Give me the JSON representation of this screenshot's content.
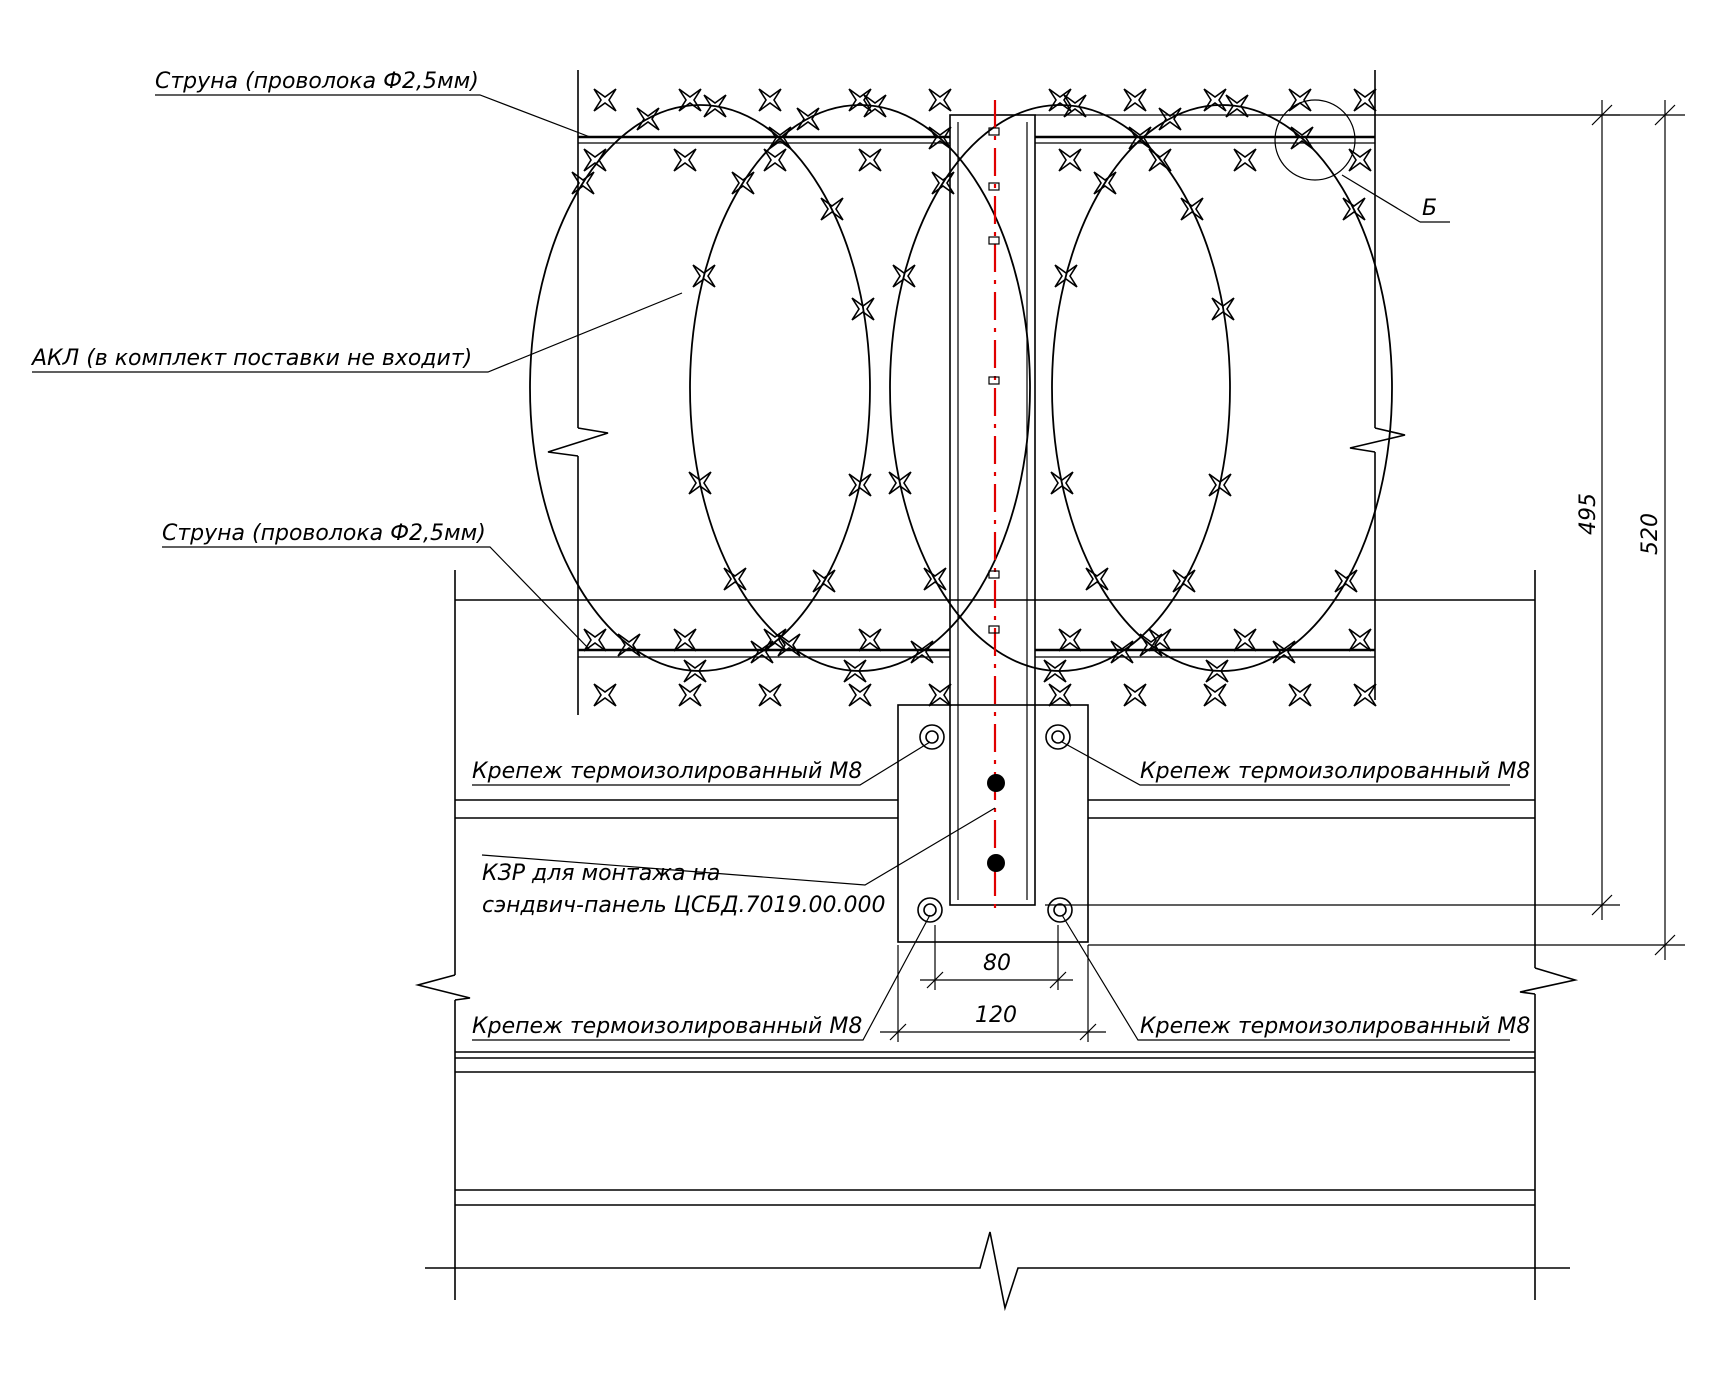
{
  "labels": {
    "string_top": "Струна (проволока Ф2,5мм)",
    "akl": "АКЛ (в комплект поставки не входит)",
    "string_bottom": "Струна (проволока Ф2,5мм)",
    "detail_b": "Б",
    "fastener_top_left": "Крепеж термоизолированный М8",
    "fastener_top_right": "Крепеж термоизолированный М8",
    "fastener_bottom_left": "Крепеж термоизолированный М8",
    "fastener_bottom_right": "Крепеж термоизолированный М8",
    "kzr_line1": "КЗР для монтажа на",
    "kzr_line2": "сэндвич-панель ЦСБД.7019.00.000"
  },
  "dimensions": {
    "height_inner": "495",
    "height_outer": "520",
    "width_inner": "80",
    "width_outer": "120"
  },
  "colors": {
    "line": "#000000",
    "axis": "#e00000"
  }
}
